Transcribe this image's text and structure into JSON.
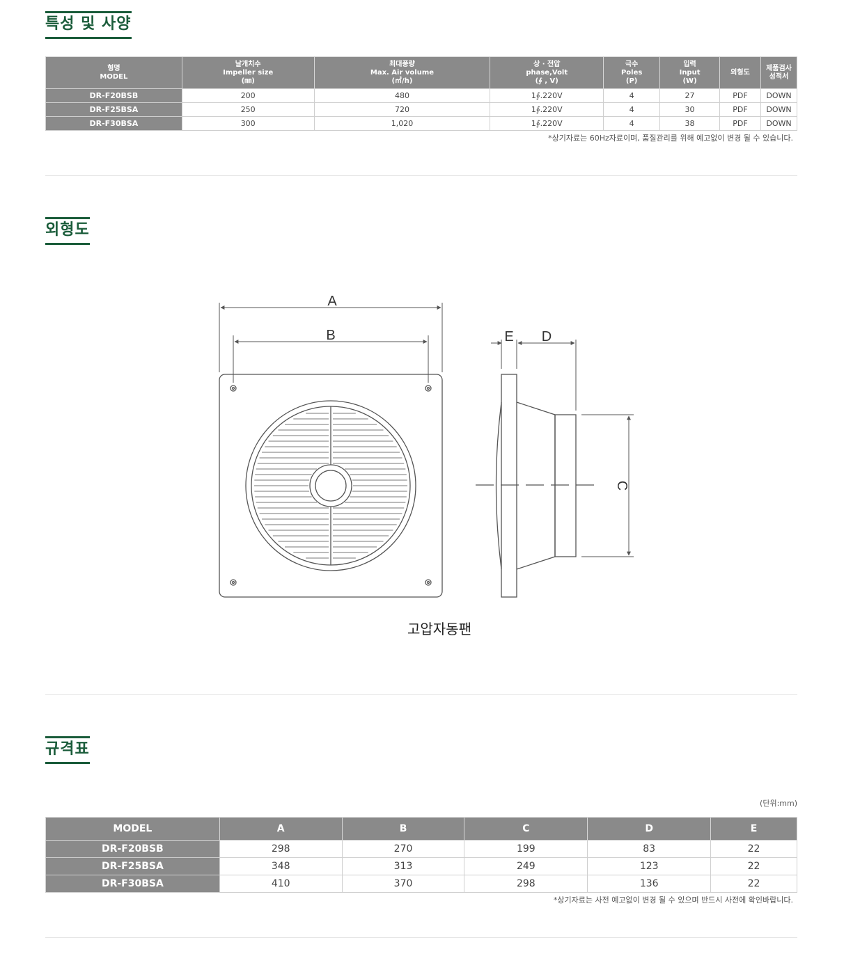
{
  "section1": {
    "title": "특성 및 사양",
    "headers": [
      {
        "ko": "형명",
        "en": "MODEL",
        "unit": ""
      },
      {
        "ko": "날개치수",
        "en": "Impeller size",
        "unit": "(㎜)"
      },
      {
        "ko": "최대풍량",
        "en": "Max. Air volume",
        "unit": "(㎥/h)"
      },
      {
        "ko": "상 · 전압",
        "en": "phase,Volt",
        "unit": "(∮ , V)"
      },
      {
        "ko": "극수",
        "en": "Poles",
        "unit": "(P)"
      },
      {
        "ko": "입력",
        "en": "Input",
        "unit": "(W)"
      },
      {
        "ko": "외형도",
        "en": "",
        "unit": ""
      },
      {
        "ko": "제품검사",
        "en": "성적서",
        "unit": ""
      }
    ],
    "rows": [
      [
        "DR-F20BSB",
        "200",
        "480",
        "1∮.220V",
        "4",
        "27",
        "PDF",
        "DOWN"
      ],
      [
        "DR-F25BSA",
        "250",
        "720",
        "1∮.220V",
        "4",
        "30",
        "PDF",
        "DOWN"
      ],
      [
        "DR-F30BSA",
        "300",
        "1,020",
        "1∮.220V",
        "4",
        "38",
        "PDF",
        "DOWN"
      ]
    ],
    "note": "*상기자료는 60Hz자료이며, 품질관리를 위해 예고없이 변경 될 수 있습니다."
  },
  "section2": {
    "title": "외형도",
    "labels": {
      "a": "A",
      "b": "B",
      "c": "C",
      "d": "D",
      "e": "E"
    },
    "caption": "고압자동팬"
  },
  "section3": {
    "title": "규격표",
    "unit": "(단위:mm)",
    "headers": [
      "MODEL",
      "A",
      "B",
      "C",
      "D",
      "E"
    ],
    "rows": [
      [
        "DR-F20BSB",
        "298",
        "270",
        "199",
        "83",
        "22"
      ],
      [
        "DR-F25BSA",
        "348",
        "313",
        "249",
        "123",
        "22"
      ],
      [
        "DR-F30BSA",
        "410",
        "370",
        "298",
        "136",
        "22"
      ]
    ],
    "note": "*상기자료는 사전 예고없이 변경 될 수 있으며 반드시 사전에 확인바랍니다."
  },
  "colors": {
    "accent": "#1a5c3a",
    "header_bg": "#8a8a8a"
  }
}
